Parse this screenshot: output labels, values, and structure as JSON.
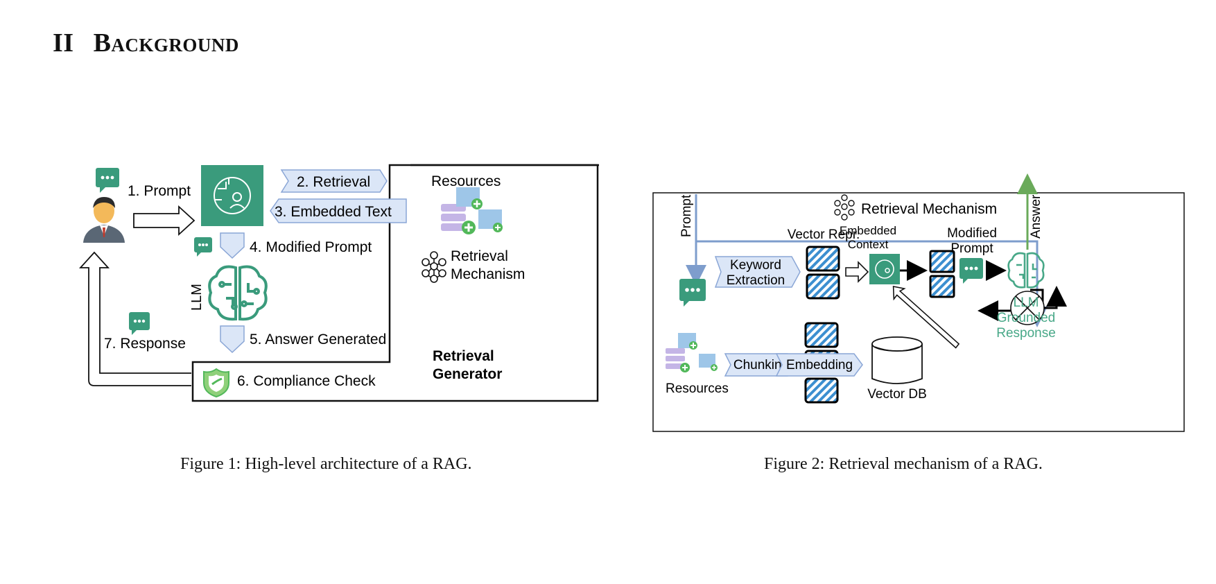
{
  "section": {
    "number": "II",
    "title": "Background"
  },
  "figure1": {
    "caption": "Figure 1: High-level architecture of a RAG.",
    "prompt": "1. Prompt",
    "retrieval": "2. Retrieval",
    "embedded_text": "3. Embedded Text",
    "modified_prompt": "4. Modified Prompt",
    "answer_generated": "5. Answer Generated",
    "compliance_check": "6. Compliance Check",
    "response": "7. Response",
    "llm": "LLM",
    "resources": "Resources",
    "retrieval_mech_1": "Retrieval",
    "retrieval_mech_2": "Mechanism",
    "retrieval_generator_1": "Retrieval",
    "retrieval_generator_2": "Generator"
  },
  "figure2": {
    "caption": "Figure 2: Retrieval mechanism of a RAG.",
    "title": "Retrieval Mechanism",
    "prompt": "Prompt",
    "vector_repr": "Vector Repr.",
    "embedded_context_1": "Embedded",
    "embedded_context_2": "Context",
    "modified_prompt_1": "Modified",
    "modified_prompt_2": "Prompt",
    "answer": "Answer",
    "keyword_1": "Keyword",
    "keyword_2": "Extraction",
    "llm_1": "LLM",
    "llm_2": "Grounded",
    "llm_3": "Response",
    "chunking": "Chunking",
    "embedding": "Embedding",
    "resources": "Resources",
    "vector_db": "Vector DB"
  },
  "colors": {
    "teal": "#3a9b7c",
    "teal_line": "#48a888",
    "chevron_fill": "#dbe6f7",
    "chevron_stroke": "#8aa6d6",
    "blue_line": "#7e9dcc",
    "green": "#52b85a",
    "stripe": "#3c8fd0"
  }
}
